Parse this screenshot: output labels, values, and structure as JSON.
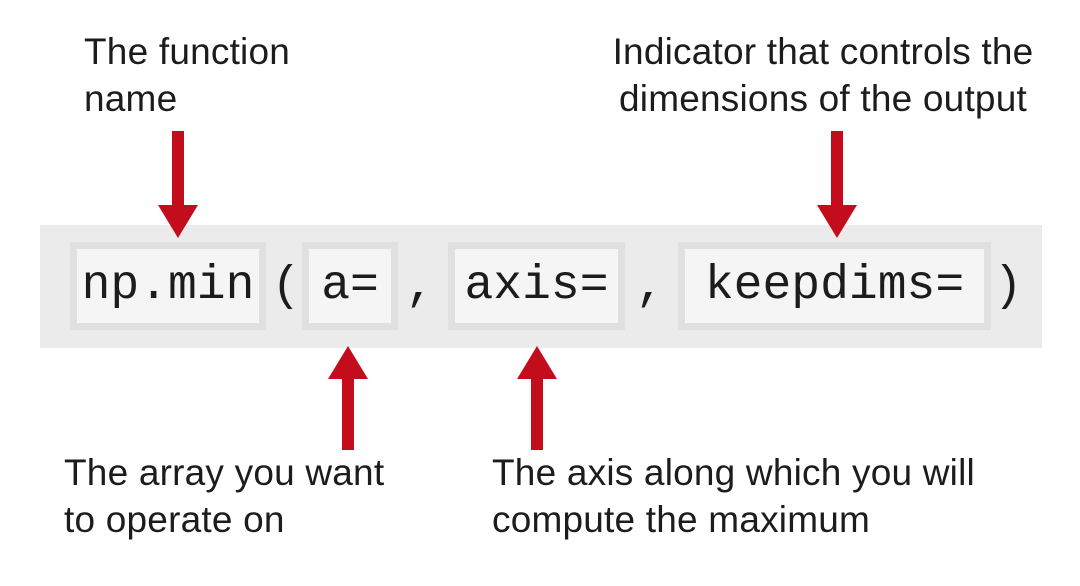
{
  "figure": {
    "title_semantic": "np.min syntax explanation diagram",
    "annotations": {
      "function_name": "The function\nname",
      "keepdims": "Indicator that controls the\ndimensions of the output",
      "array": "The array you want\nto operate on",
      "axis": "The axis along which you will\ncompute the maximum"
    },
    "code": {
      "function": "np.min",
      "open_paren": "(",
      "comma": ",",
      "close_paren": ")",
      "params": {
        "a": "a=",
        "axis": "axis=",
        "keepdims": "keepdims="
      }
    },
    "colors": {
      "arrow": "#c30d1d",
      "bar_background": "#ebebeb",
      "box_border": "#e0e0e0",
      "box_fill": "#f5f5f5",
      "text": "#1c1c1c"
    }
  }
}
